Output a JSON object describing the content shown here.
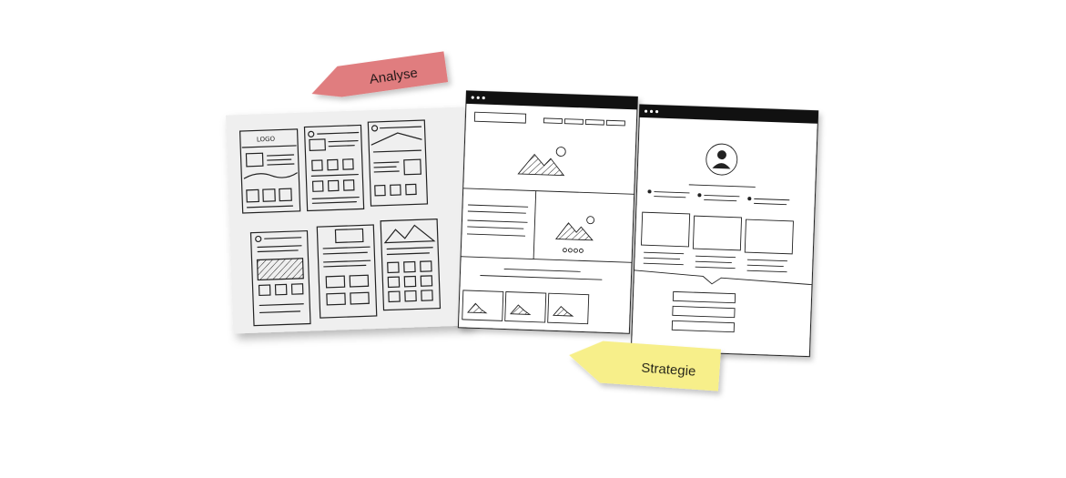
{
  "tags": {
    "analyse": {
      "label": "Analyse",
      "color": "#e07d7f"
    },
    "strategie": {
      "label": "Strategie",
      "color": "#f7ef8a"
    }
  },
  "sketch_sheet": {
    "logo_text": "LOGO",
    "paper_color": "#efefef"
  },
  "wireframes": {
    "bar_color": "#111111"
  }
}
